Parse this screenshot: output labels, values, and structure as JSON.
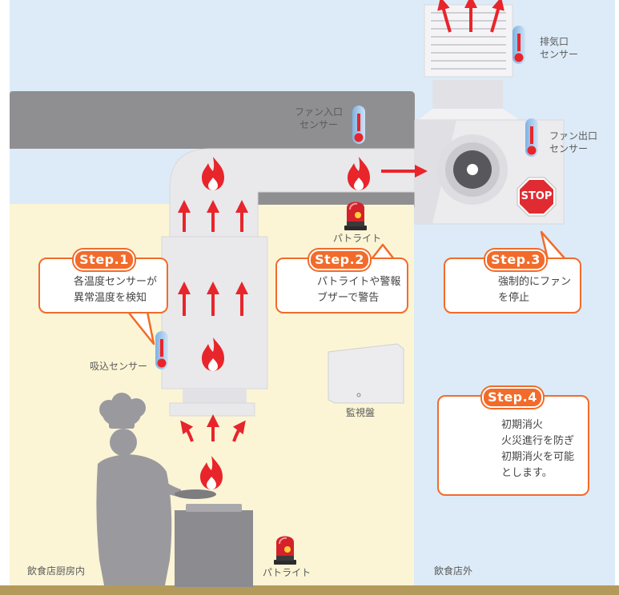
{
  "areas": {
    "kitchen_label": "飲食店厨房内",
    "outside_label": "飲食店外"
  },
  "sensors": {
    "exhaust_outlet": [
      "排気口",
      "センサー"
    ],
    "fan_inlet": [
      "ファン入口",
      "センサー"
    ],
    "fan_outlet": [
      "ファン出口",
      "センサー"
    ],
    "intake": "吸込センサー"
  },
  "devices": {
    "patlite_upper": "パトライト",
    "patlite_lower": "パトライト",
    "control_panel": "監視盤",
    "stop_sign_text": "STOP"
  },
  "steps": [
    {
      "tag": "Step.1",
      "lines": [
        "各温度センサーが",
        "異常温度を検知"
      ]
    },
    {
      "tag": "Step.2",
      "lines": [
        "パトライトや警報",
        "ブザーで警告"
      ]
    },
    {
      "tag": "Step.3",
      "lines": [
        "強制的にファン",
        "を停止"
      ]
    },
    {
      "tag": "Step.4",
      "lines": [
        "初期消火",
        "火災進行を防ぎ",
        "初期消火を可能",
        "とします。"
      ]
    }
  ],
  "colors": {
    "kitchen_bg": "#fbf5d6",
    "outside_bg": "#dcebf7",
    "duct": "#e9e9ec",
    "roof": "#8f8f92",
    "accent": "#f26b2a",
    "arrow": "#e8252b",
    "floor": "#b49a5a"
  }
}
